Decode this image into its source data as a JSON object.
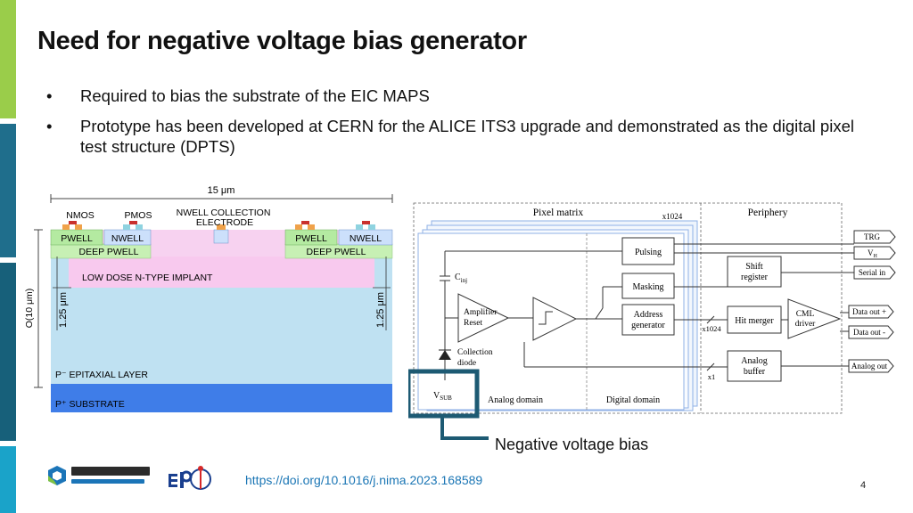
{
  "slide": {
    "title": "Need for negative voltage bias generator",
    "bullets": [
      {
        "marker": "•",
        "text": "Required to bias the substrate of the EIC MAPS"
      },
      {
        "marker": "•",
        "text": "Prototype has been developed at CERN for the ALICE ITS3 upgrade and demonstrated as the digital pixel test structure (DPTS)"
      }
    ],
    "callout_label": "Negative voltage bias",
    "doi_link": "https://doi.org/10.1016/j.nima.2023.168589",
    "page_number": "4",
    "accent_colors": {
      "sidebar_green": "#9acd4a",
      "sidebar_teal": "#1f6e8c",
      "callout": "#1d5a73",
      "link": "#1b76b5"
    }
  },
  "cross_section": {
    "width_label": "15 μm",
    "labels": {
      "nmos": "NMOS",
      "pmos": "PMOS",
      "electrode": "NWELL COLLECTION\nELECTRODE",
      "pwell_left": "PWELL",
      "nwell_left": "NWELL",
      "pwell_right": "PWELL",
      "nwell_right": "NWELL",
      "deep_pwell_left": "DEEP PWELL",
      "deep_pwell_right": "DEEP PWELL",
      "implant": "LOW DOSE N-TYPE IMPLANT",
      "epi": "P⁻ EPITAXIAL LAYER",
      "substrate": "P⁺ SUBSTRATE",
      "depth": "O(10 μm)",
      "gap_left": "1.25 μm",
      "gap_right": "1.25 μm"
    }
  },
  "schematic": {
    "pixel_matrix": "Pixel matrix",
    "x1024_top": "x1024",
    "periphery": "Periphery",
    "pulsing": "Pulsing",
    "masking": "Masking",
    "address_generator": "Address\ngenerator",
    "shift_register": "Shift\nregister",
    "hit_merger": "Hit merger",
    "cml_driver": "CML\ndriver",
    "analog_buffer": "Analog\nbuffer",
    "amplifier_reset": "Amplifier\nReset",
    "collection_diode": "Collection\ndiode",
    "cinj": "C",
    "cinj_sub": "inj",
    "vsub": "V",
    "vsub_sub": "SUB",
    "analog_domain": "Analog domain",
    "digital_domain": "Digital domain",
    "x1024_bus": "x1024",
    "x1_bus": "x1",
    "outputs": {
      "trg": "TRG",
      "vh": "V",
      "vh_sub": "H",
      "serial_in": "Serial in",
      "data_out_p": "Data out +",
      "data_out_n": "Data out -",
      "analog_out": "Analog out"
    }
  }
}
